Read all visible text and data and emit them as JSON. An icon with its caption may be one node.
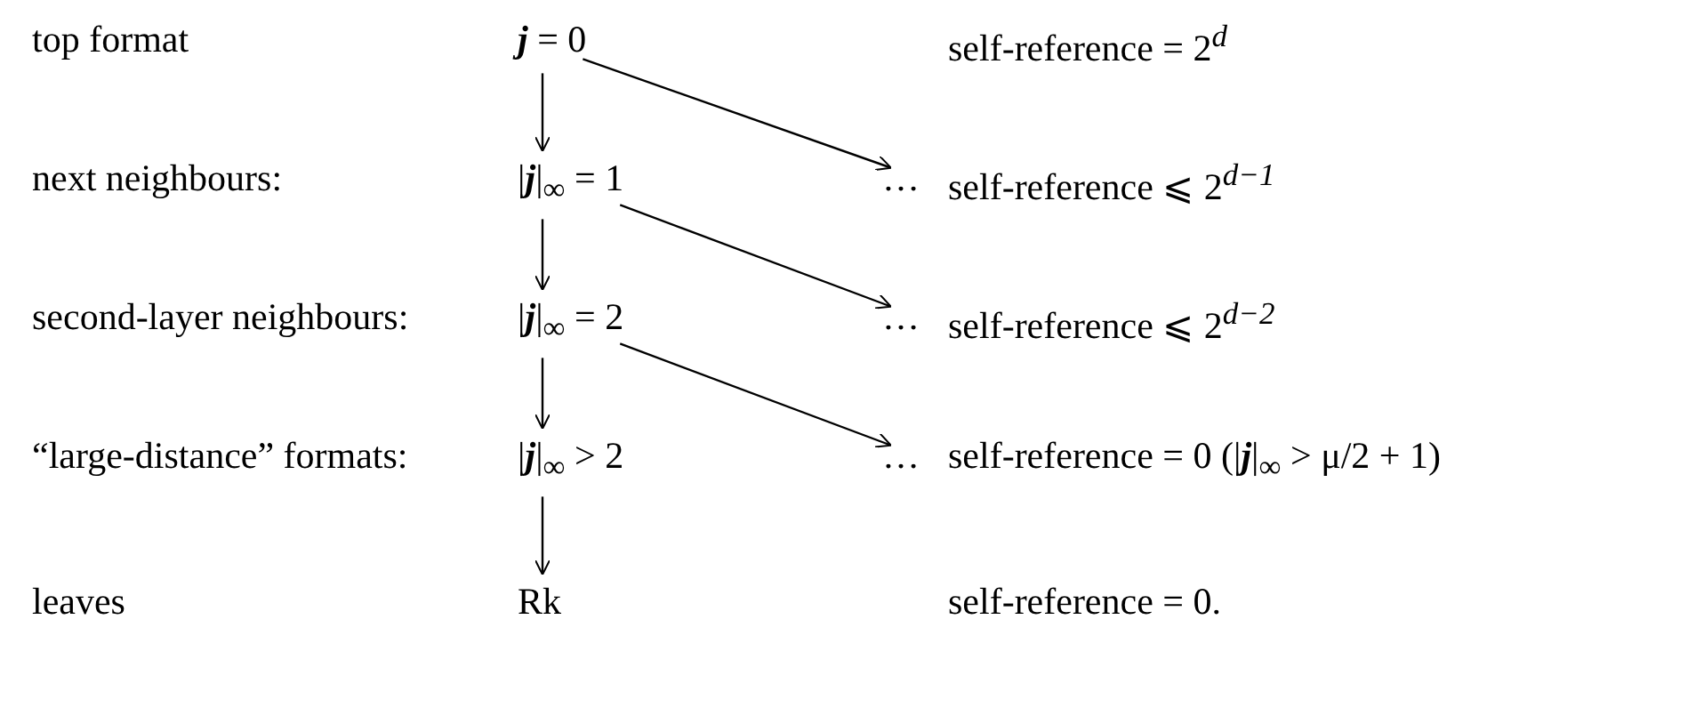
{
  "diagram": {
    "nodes": [
      {
        "text": [
          "**j** = 0"
        ]
      },
      {
        "text": [
          "|**j**|$_{∞}$ = 1"
        ]
      },
      {
        "text": [
          "…"
        ]
      },
      {
        "text": [
          "|**j**|$_{∞}$ = 2"
        ]
      },
      {
        "text": [
          "…"
        ]
      },
      {
        "text": [
          "|**j**|$_{∞}$ > 2"
        ]
      },
      {
        "text": [
          "…"
        ]
      },
      {
        "text": [
          "Rk"
        ]
      }
    ],
    "edges": [
      {
        "from": 0,
        "to": 1,
        "arrow": "to"
      },
      {
        "from": 0,
        "to": 2,
        "arrow": "to"
      },
      {
        "from": 1,
        "to": 3,
        "arrow": "to"
      },
      {
        "from": 1,
        "to": 4,
        "arrow": "to"
      },
      {
        "from": 3,
        "to": 5,
        "arrow": "to"
      },
      {
        "from": 3,
        "to": 6,
        "arrow": "to"
      },
      {
        "from": 5,
        "to": 7,
        "arrow": "to"
      }
    ],
    "labels": [
      "top format",
      "self-reference = 2$^{d}$",
      "next neighbours:",
      "self-reference ⩽ 2$^{d−1}$",
      "second-layer neighbours:",
      "self-reference ⩽ 2$^{d−2}$",
      "“large-distance” formats:",
      "self-reference = 0 (|**j**|$_{∞}$ > μ/2 + 1)",
      "leaves",
      "self-reference = 0."
    ]
  }
}
